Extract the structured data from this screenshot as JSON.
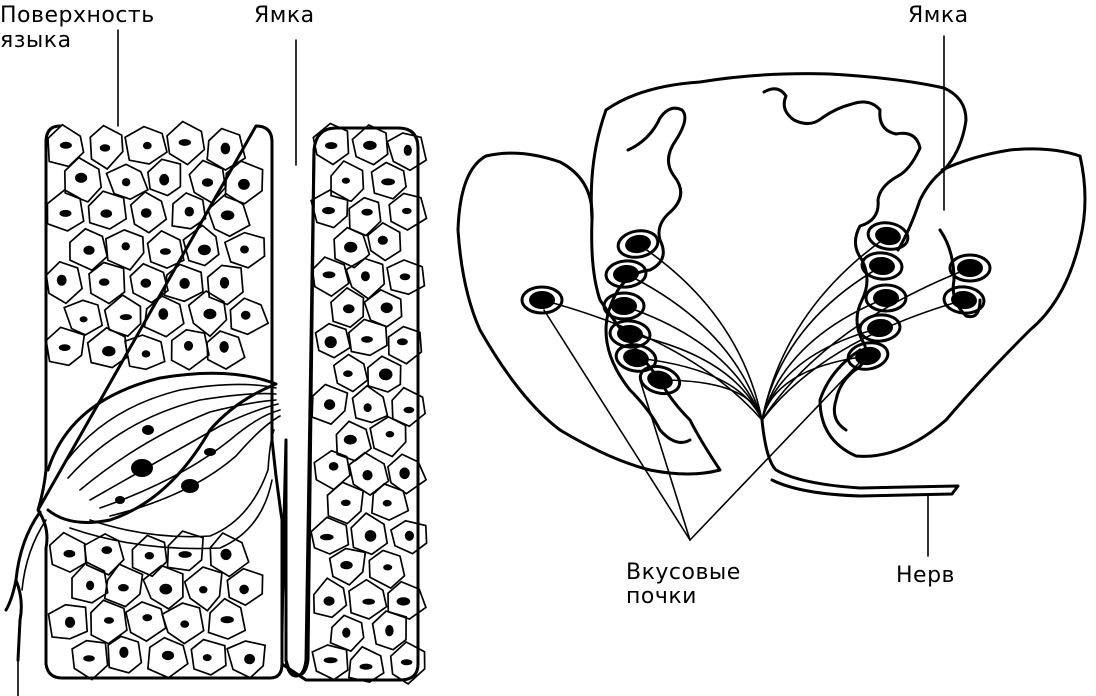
{
  "labels": {
    "tongue_surface_line1": "Поверхность",
    "tongue_surface_line2": "языка",
    "pit_left": "Ямка",
    "pit_right": "Ямка",
    "taste_buds_line1": "Вкусовые",
    "taste_buds_line2": "почки",
    "nerve": "Нерв"
  },
  "colors": {
    "ink": "#000000",
    "background": "#ffffff"
  }
}
